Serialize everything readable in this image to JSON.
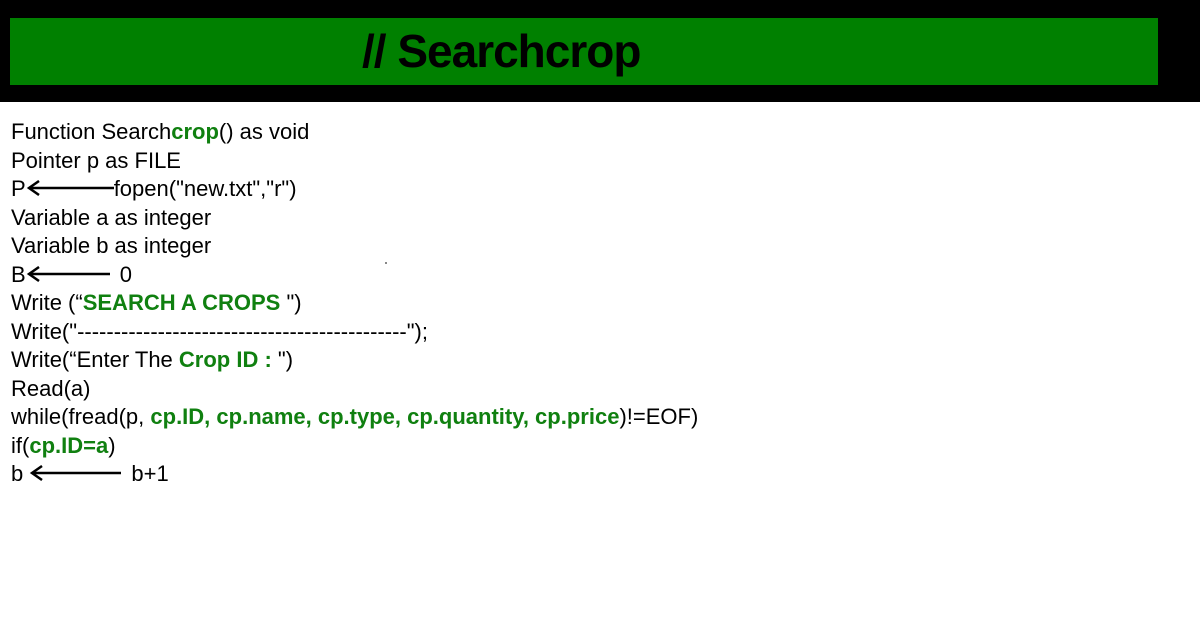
{
  "header": {
    "title": "// Searchcrop"
  },
  "code": {
    "l1_pre": "Function Search",
    "l1_hl": "crop",
    "l1_post": "() as void",
    "l2": "Pointer p as FILE",
    "l3_pre": "P",
    "l3_post": "fopen(\"new.txt\",\"r\")",
    "l4": "Variable a as integer",
    "l5": "Variable b as integer",
    "l6_pre": "B",
    "l6_post": "0",
    "l7_pre": "Write (“",
    "l7_hl": "SEARCH A CROPS ",
    "l7_post": "\")",
    "l8": "Write(\"---------------------------------------------\");",
    "l9_pre": "Write(“Enter The ",
    "l9_hl": "Crop ID : ",
    "l9_post": "\")",
    "l10": "Read(a)",
    "l11_pre": "while(fread(p, ",
    "l11_hl": "cp.ID, cp.name, cp.type, cp.quantity, cp.price",
    "l11_post": ")!=EOF)",
    "l12_pre": "if(",
    "l12_hl": "cp.ID=a",
    "l12_post": ")",
    "l13_pre": "b ",
    "l13_post": "b+1"
  },
  "colors": {
    "header_background": "#000000",
    "title_bar": "#008000",
    "highlight_text": "#108010"
  }
}
